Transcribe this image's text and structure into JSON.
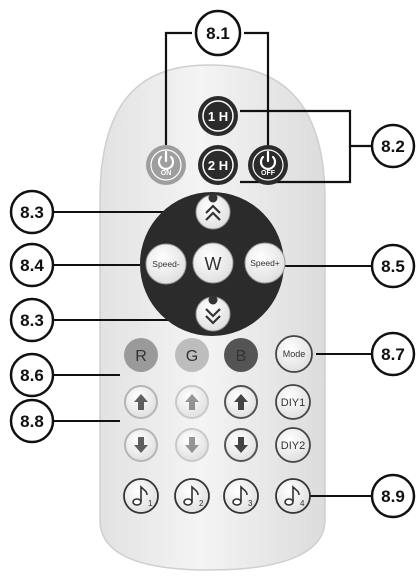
{
  "callouts": {
    "c81": "8.1",
    "c82": "8.2",
    "c83a": "8.3",
    "c84": "8.4",
    "c85": "8.5",
    "c83b": "8.3",
    "c86": "8.6",
    "c87": "8.7",
    "c88": "8.8",
    "c89": "8.9"
  },
  "buttons": {
    "timer_1h": "1 H",
    "timer_2h": "2 H",
    "on": "ON",
    "off": "OFF",
    "speed_minus": "Speed-",
    "white": "W",
    "speed_plus": "Speed+",
    "red": "R",
    "green": "G",
    "blue": "B",
    "mode": "Mode",
    "diy1": "DIY1",
    "diy2": "DIY2",
    "music1_sub": "1",
    "music2_sub": "2",
    "music3_sub": "3",
    "music4_sub": "4"
  },
  "colors": {
    "body_fill": "#efefef",
    "dark_button": "#2b2b2b",
    "red_button": "#9a9a9a",
    "green_button": "#bdbdbd",
    "blue_button": "#545454",
    "on_button": "#9e9e9e"
  },
  "icons": {
    "power_on": "power-icon",
    "power_off": "power-icon",
    "brightness_up": "chevron-up-icon",
    "brightness_down": "chevron-down-icon",
    "arrow_up": "arrow-up-icon",
    "arrow_down": "arrow-down-icon",
    "music_note": "music-note-icon"
  }
}
